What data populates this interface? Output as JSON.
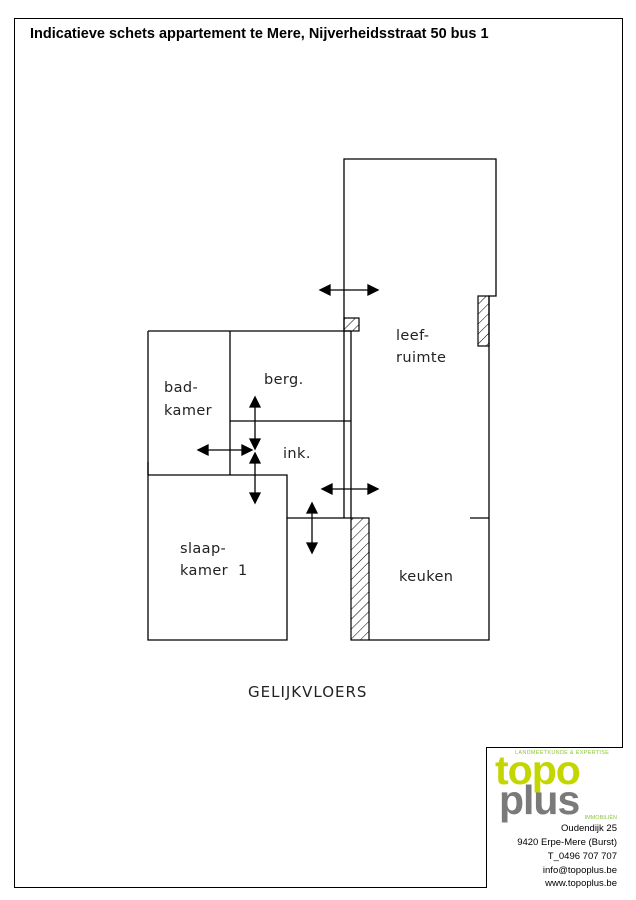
{
  "title": "Indicatieve schets appartement te Mere, Nijverheidsstraat 50 bus 1",
  "rooms": {
    "badkamer": [
      "bad-",
      "kamer"
    ],
    "berg": "berg.",
    "inkom": "ink.",
    "leefruimte": [
      "leef-",
      "ruimte"
    ],
    "slaapkamer": [
      "slaap-",
      "kamer  1"
    ],
    "keuken": "keuken"
  },
  "floor_label": "GELIJKVLOERS",
  "logo": {
    "tagline": "LANDMEETKUNDE & EXPERTISE",
    "word1": "topo",
    "word2": "plus",
    "subline": "IMMOBILIËN",
    "colors": {
      "lime": "#c4d600",
      "grey": "#7a7a7a",
      "green": "#8dc63f"
    }
  },
  "contact": {
    "street": "Oudendijk 25",
    "city": "9420 Erpe-Mere (Burst)",
    "phone": "T_0496 707 707",
    "email": "info@topoplus.be",
    "website": "www.topoplus.be"
  }
}
